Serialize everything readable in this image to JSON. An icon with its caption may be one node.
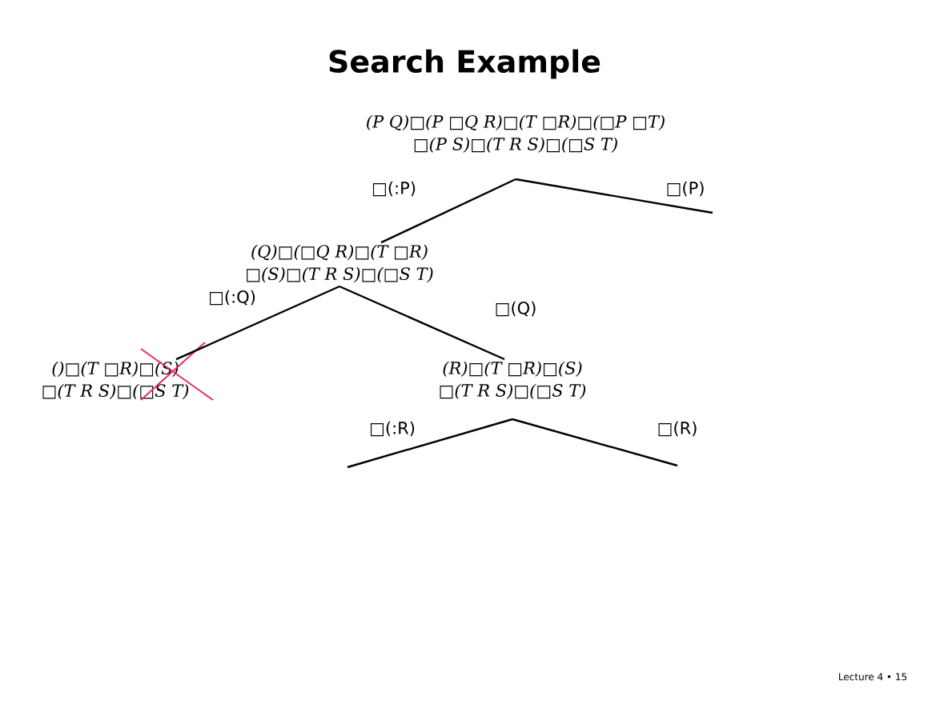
{
  "diagram": {
    "title": "Search Example",
    "nodes": [
      {
        "text": [
          "(P  Q)□(P  □Q  R)□(T  □R)□(□P  □T)",
          "□(P  S)□(T  R  S)□(□S  T)"
        ]
      },
      {
        "text": [
          "(Q)□(□Q  R)□(T  □R)",
          "□(S)□(T  R  S)□(□S  T)"
        ]
      },
      {
        "text": [
          "()□(T  □R)□(S)",
          "□(T  R  S)□(□S  T)"
        ]
      },
      {
        "text": [
          "(R)□(T  □R)□(S)",
          "□(T  R  S)□(□S  T)"
        ]
      }
    ],
    "edges": [
      {
        "from": 0,
        "to": 1,
        "arrow": "none",
        "label": "□(:P)"
      },
      {
        "from": 0,
        "to": null,
        "arrow": "none",
        "label": "□(P)"
      },
      {
        "from": 1,
        "to": 2,
        "arrow": "none",
        "label": "□(:Q)"
      },
      {
        "from": 1,
        "to": 3,
        "arrow": "none",
        "label": "□(Q)"
      },
      {
        "from": 3,
        "to": null,
        "arrow": "none",
        "label": "□(:R)"
      },
      {
        "from": 3,
        "to": null,
        "arrow": "none",
        "label": "□(R)"
      }
    ],
    "labels": [
      "Lecture 4 • 15"
    ]
  }
}
